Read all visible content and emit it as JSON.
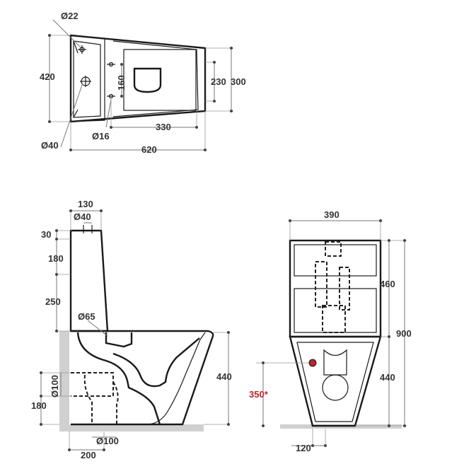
{
  "plan_view": {
    "labels": {
      "d22": "Ø22",
      "w420": "420",
      "h160": "160",
      "w230": "230",
      "w300": "300",
      "d16": "Ø16",
      "w330": "330",
      "d40": "Ø40",
      "w620": "620"
    }
  },
  "side_view": {
    "labels": {
      "w130": "130",
      "d40": "Ø40",
      "h30": "30",
      "h180": "180",
      "h250": "250",
      "d65": "Ø65",
      "h440": "440",
      "d100v": "Ø100",
      "h180b": "180",
      "d100h": "Ø100",
      "w200": "200"
    }
  },
  "front_view": {
    "labels": {
      "w390": "390",
      "h460": "460",
      "h900": "900",
      "h440": "440",
      "h350": "350*",
      "w120": "120"
    }
  },
  "colors": {
    "outline": "#1a1a1a",
    "dimension": "#777777",
    "accent_red": "#b3262c",
    "ground": "#d0d0d0"
  }
}
